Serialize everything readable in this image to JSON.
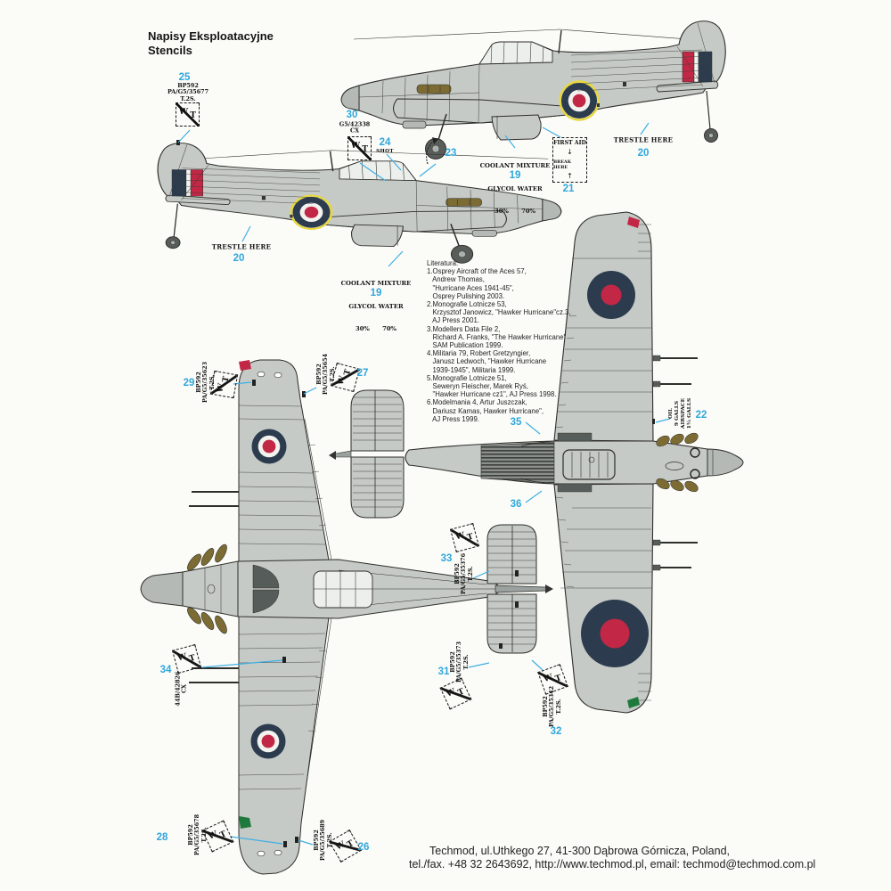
{
  "header": {
    "title_line1": "Napisy Eksploatacyjne",
    "title_line2": "Stencils"
  },
  "footer": {
    "line1": "Techmod, ul.Uthkego 27, 41-300 Dąbrowa Górnicza, Poland,",
    "line2": "tel./fax. +48 32 2643692, http://www.techmod.pl, email: techmod@techmod.com.pl"
  },
  "literature": {
    "heading": "Literatura:",
    "entries": [
      "1.Osprey Aircraft of the Aces 57,\n   Andrew Thomas,\n   \"Hurricane Aces 1941-45\",\n   Osprey Pulishing 2003.",
      "2.Monografie Lotnicze 53,\n   Krzysztof Janowicz, \"Hawker Hurricane\"cz.3,\n   AJ Press 2001.",
      "3.Modellers Data File 2,\n   Richard A. Franks, \"The Hawker Hurricane\"\n   SAM Publication 1999.",
      "4.Militaria 79, Robert Gretzyngier,\n   Janusz Ledwoch, \"Hawker Hurricane\n   1939-1945\", Militaria 1999.",
      "5.Monografie Lotnicze 51,\n   Seweryn Fleischer, Marek Ryś,\n   \"Hawker Hurricane cz1\", AJ Press 1998.",
      "6.Modelmania 4, Artur Juszczak,\n   Dariusz Kamas, Hawker Hurricane\",\n   AJ Press 1999."
    ]
  },
  "wt_stencil": {
    "w": "W",
    "t": "T"
  },
  "callouts": {
    "c19": {
      "num": "19",
      "line1": "COOLANT MIXTURE",
      "line2": "GLYCOL WATER",
      "line3": "30%      70%"
    },
    "c20": {
      "num": "20",
      "text": "TRESTLE HERE"
    },
    "c21": {
      "num": "21",
      "line1": "FIRST AID",
      "arrow_down": "↓",
      "line2": "BREAK HERE",
      "arrow_up": "↑"
    },
    "c22": {
      "num": "22",
      "code": "OIL\n9 GALLS\nAIRSPACE\n1½ GALLS"
    },
    "c23": {
      "num": "23"
    },
    "c24": {
      "num": "24",
      "text": "SHOT"
    },
    "c25": {
      "num": "25",
      "code": "BP592\nPA/G5/35677\nT.2S."
    },
    "c26": {
      "num": "26",
      "code": "BP592\nPA/G5/35689\nT.2S."
    },
    "c27": {
      "num": "27",
      "code": "BP592\nPA/G5/35654\nT.2S."
    },
    "c28": {
      "num": "28",
      "code": "BP592\nPA/G5/35678\nT.2S."
    },
    "c29": {
      "num": "29",
      "code": "BP592\nPA/G5/35623\nT.2S."
    },
    "c30": {
      "num": "30",
      "code": "G5/42338\nCX"
    },
    "c31": {
      "num": "31",
      "code": "BP592\nPA/G5/35373\nT.2S."
    },
    "c32": {
      "num": "32",
      "code": "BP592\nPA/G5/35342\nT.2S."
    },
    "c33": {
      "num": "33",
      "code": "BP592\nPA/G5/35376\nT.2S."
    },
    "c34": {
      "num": "34",
      "code": "44B/42826\nCX"
    },
    "c35": {
      "num": "35"
    },
    "c36": {
      "num": "36"
    }
  },
  "colors": {
    "callout_accent": "#2fa7dc",
    "leader_line": "#3fb0e4",
    "airframe_gray": "#c6cac6",
    "outline": "#2e2e2a",
    "roundel_blue": "#2c3c4e",
    "roundel_red": "#c22746",
    "roundel_yellow": "#e8d83c",
    "prop_brown": "#7c6c34",
    "paper": "#fbfbf8"
  }
}
